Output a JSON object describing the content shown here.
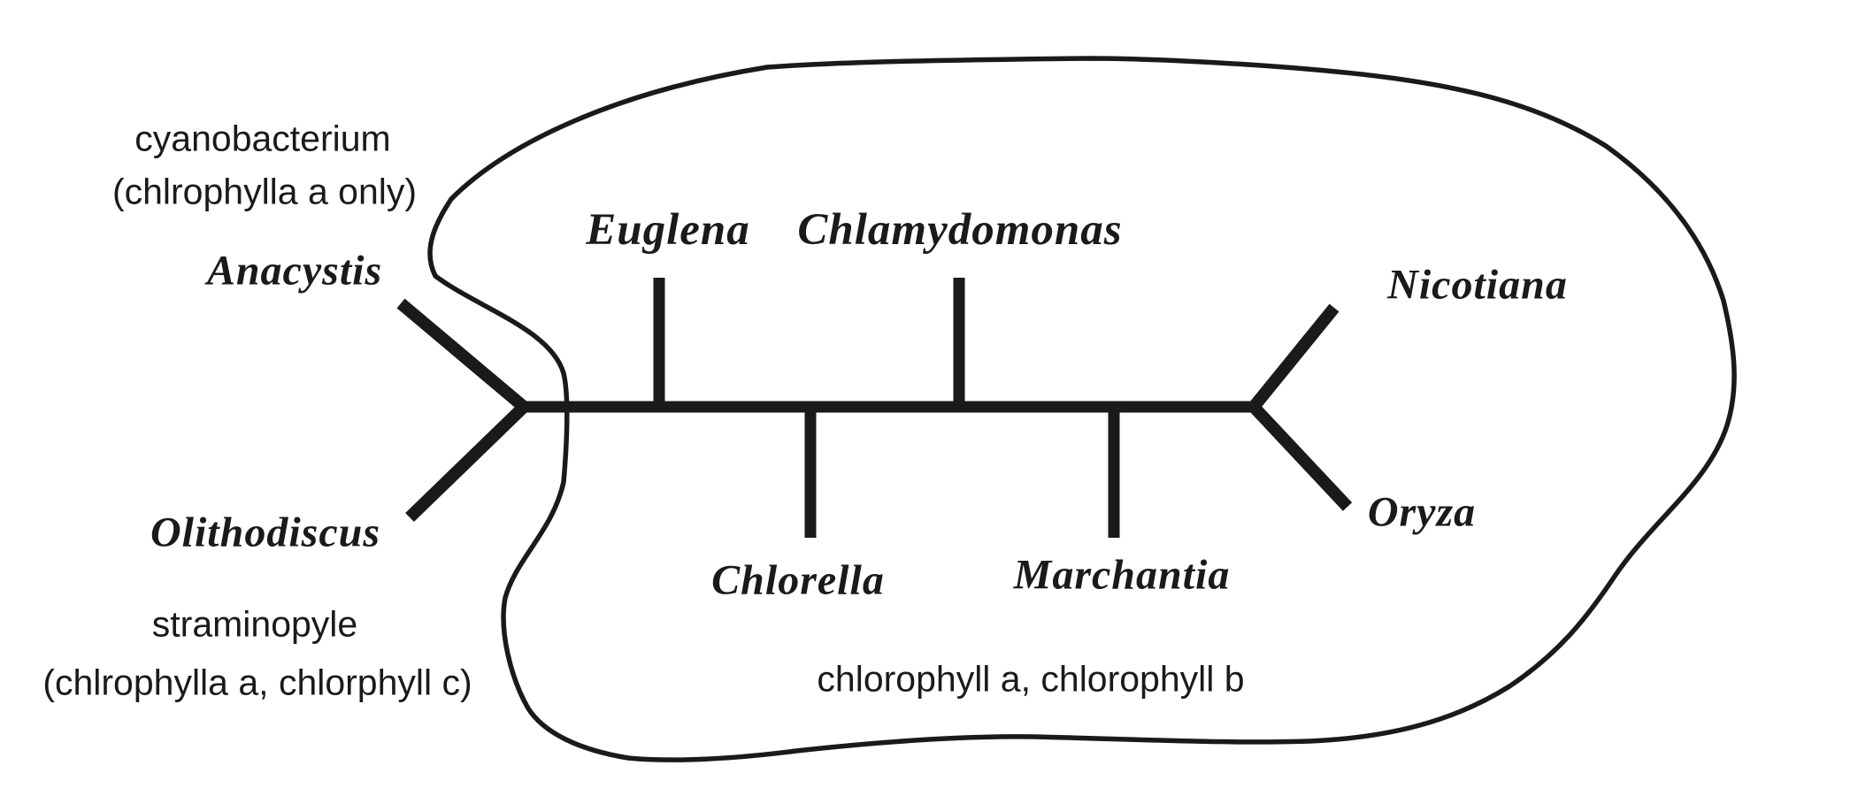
{
  "figure": {
    "kind": "unrooted phylogenetic tree diagram",
    "ink_color": "#1a1a1a",
    "background_color": "#ffffff"
  },
  "labels": {
    "anacystis": "Anacystis",
    "anacystis_group_line1": "cyanobacterium",
    "anacystis_group_line2": "(chlrophylla a only)",
    "olithodiscus": "Olithodiscus",
    "olithodiscus_group_line1": "straminopyle",
    "olithodiscus_group_line2": "(chlrophylla a, chlorphyll c)",
    "euglena": "Euglena",
    "chlamydomonas": "Chlamydomonas",
    "chlorella": "Chlorella",
    "marchantia": "Marchantia",
    "nicotiana": "Nicotiana",
    "oryza": "Oryza",
    "clade_annotation": "chlorophyll a, chlorophyll b"
  },
  "tree": {
    "taxa": [
      "Anacystis",
      "Olithodiscus",
      "Euglena",
      "Chlorella",
      "Chlamydomonas",
      "Marchantia",
      "Nicotiana",
      "Oryza"
    ],
    "enclosed_clade_taxa": [
      "Euglena",
      "Chlorella",
      "Chlamydomonas",
      "Marchantia",
      "Nicotiana",
      "Oryza"
    ],
    "enclosed_clade_trait": "chlorophyll a, chlorophyll b"
  }
}
